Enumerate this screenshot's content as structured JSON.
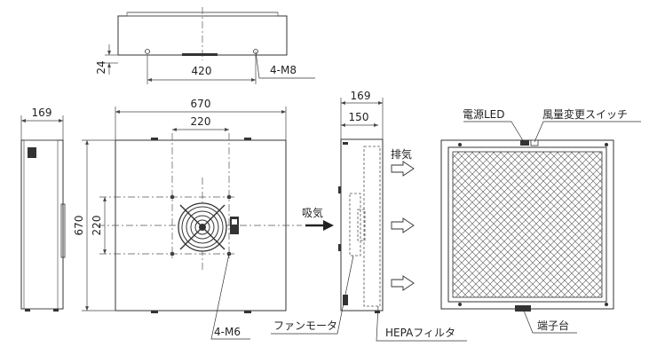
{
  "dimensions": {
    "top_height": "24",
    "top_hole_pitch": "420",
    "top_holes": "4-M8",
    "left_depth": "169",
    "front_width": "670",
    "front_hole_pitch_h": "220",
    "front_hole_pitch_v": "220",
    "front_height": "670",
    "front_holes": "4-M6",
    "side_depth": "169",
    "side_inner": "150"
  },
  "labels": {
    "power_led": "電源LED",
    "airflow_switch": "風量変更スイッチ",
    "exhaust": "排気",
    "intake": "吸気",
    "fan_motor": "ファンモータ",
    "hepa_filter": "HEPAフィルタ",
    "terminal_block": "端子台"
  }
}
